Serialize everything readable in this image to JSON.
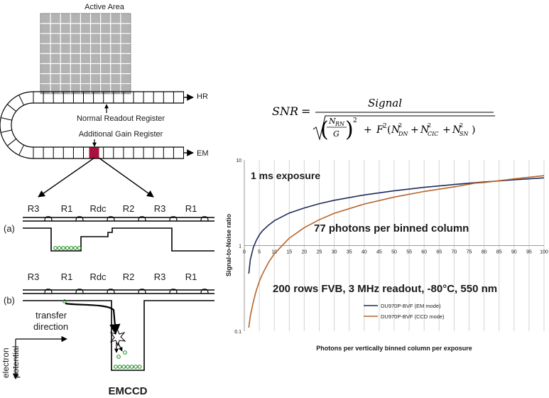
{
  "diagram": {
    "active_area_label": "Active Area",
    "hr_label": "HR",
    "em_label": "EM",
    "normal_readout_label": "Normal Readout Register",
    "additional_gain_label": "Additional Gain Register",
    "phase_labels": [
      "R3",
      "R1",
      "Rdc",
      "R2",
      "R3",
      "R1"
    ],
    "panel_a": "(a)",
    "panel_b": "(b)",
    "transfer_direction_line1": "transfer",
    "transfer_direction_line2": "direction",
    "electron_potential_line1": "electron",
    "electron_potential_line2": "potential",
    "title": "EMCCD"
  },
  "formula": {
    "lhs": "SNR",
    "numerator": "Signal"
  },
  "chart_data": {
    "type": "line",
    "xlabel": "Photons per vertically binned column per exposure",
    "ylabel": "Signal-to-Noise ratio",
    "yscale": "log",
    "xlim": [
      0,
      100
    ],
    "ylim": [
      0.1,
      10
    ],
    "x_ticks": [
      0,
      5,
      10,
      15,
      20,
      25,
      30,
      35,
      40,
      45,
      50,
      55,
      60,
      65,
      70,
      75,
      80,
      85,
      90,
      95,
      100
    ],
    "y_ticks": [
      0.1,
      1,
      10
    ],
    "grid": "vertical",
    "legend_position": "bottom-center",
    "annotations": [
      "1 ms exposure",
      "77 photons per binned column",
      "200 rows FVB, 3 MHz readout, -80°C, 550 nm"
    ],
    "series": [
      {
        "name": "DU970P-BVF (EM mode)",
        "color": "#1f2a5c",
        "x": [
          1.5,
          2,
          3,
          4,
          5,
          6,
          8,
          10,
          15,
          20,
          25,
          30,
          40,
          50,
          60,
          70,
          77,
          80,
          90,
          100
        ],
        "y": [
          0.47,
          0.68,
          0.95,
          1.15,
          1.33,
          1.48,
          1.72,
          1.95,
          2.4,
          2.75,
          3.08,
          3.38,
          3.9,
          4.36,
          4.78,
          5.16,
          5.42,
          5.52,
          5.86,
          6.18
        ]
      },
      {
        "name": "DU970P-BVF (CCD mode)",
        "color": "#b5652a",
        "x": [
          1.5,
          2,
          3,
          4,
          5,
          6,
          8,
          10,
          15,
          20,
          25,
          30,
          40,
          50,
          60,
          70,
          77,
          80,
          90,
          100
        ],
        "y": [
          0.11,
          0.15,
          0.22,
          0.3,
          0.38,
          0.46,
          0.63,
          0.8,
          1.22,
          1.62,
          2.0,
          2.38,
          3.05,
          3.68,
          4.28,
          4.85,
          5.35,
          5.45,
          6.0,
          6.55
        ]
      }
    ]
  }
}
